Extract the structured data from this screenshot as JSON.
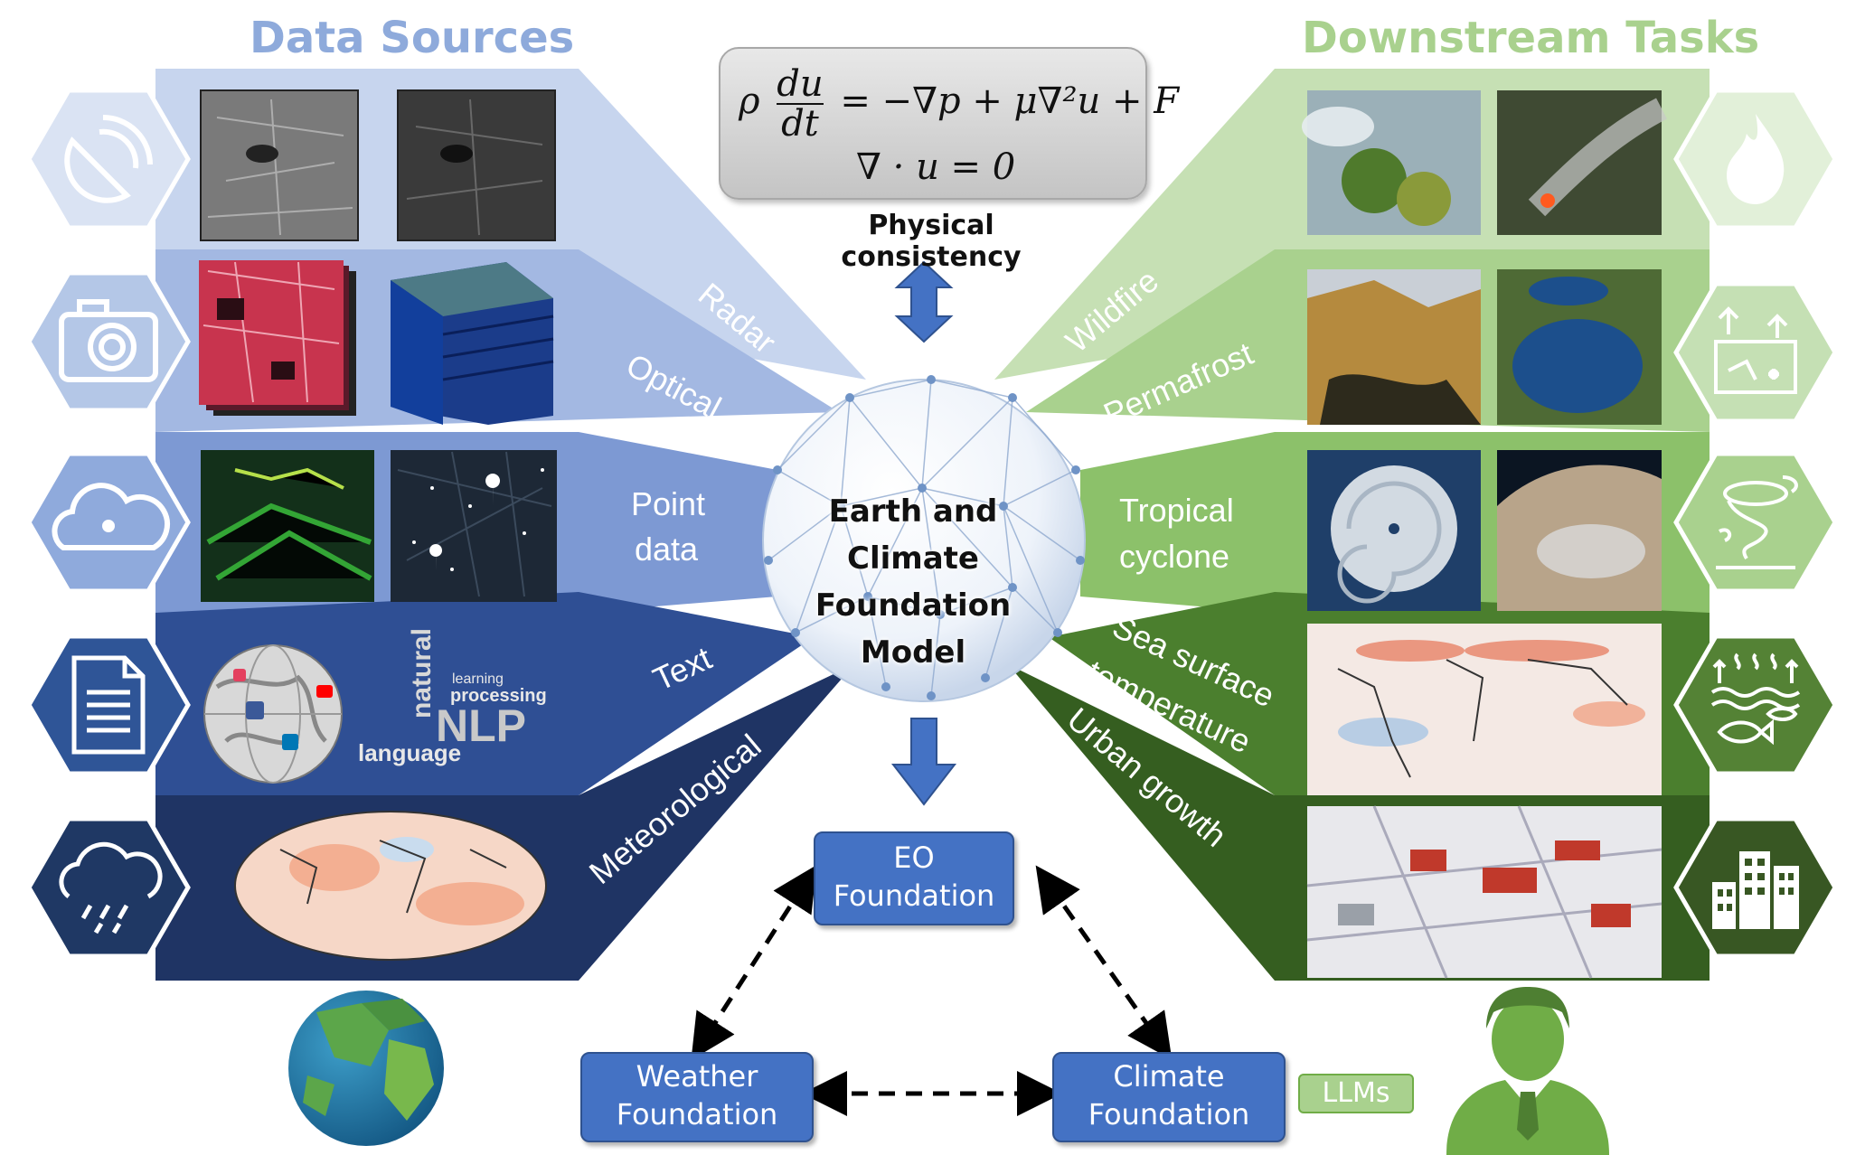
{
  "headers": {
    "left": "Data Sources",
    "right": "Downstream Tasks"
  },
  "equation": {
    "rho": "ρ",
    "num": "du",
    "den": "dt",
    "rhs": "= −∇p + μ∇²u + F",
    "continuity": "∇ · u = 0",
    "caption": "Physical consistency"
  },
  "center_title": [
    "Earth and Climate",
    "Foundation Model"
  ],
  "sources": [
    {
      "label": "Radar",
      "icon": "satellite-dish-icon"
    },
    {
      "label": "Optical",
      "icon": "camera-icon"
    },
    {
      "label": "Point data",
      "icon": "cloud-icon"
    },
    {
      "label": "Text",
      "icon": "document-icon"
    },
    {
      "label": "Meteorological",
      "icon": "rain-cloud-icon"
    }
  ],
  "tasks": [
    {
      "label": "Wildfire",
      "icon": "fire-icon"
    },
    {
      "label": "Permafrost",
      "icon": "permafrost-icon"
    },
    {
      "label": "Tropical cyclone",
      "icon": "cyclone-icon"
    },
    {
      "label": "Sea surface temperature",
      "icon": "fish-waves-icon"
    },
    {
      "label": "Urban growth",
      "icon": "buildings-icon"
    }
  ],
  "foundations": {
    "eo": "EO Foundation",
    "weather": "Weather Foundation",
    "climate": "Climate Foundation"
  },
  "llm_label": "LLMs",
  "text_cloud": {
    "nlp": "NLP",
    "natural": "natural",
    "language": "language",
    "processing": "processing",
    "learning": "learning"
  },
  "colors": {
    "left_bands": [
      "#c7d5ee",
      "#a3b8e2",
      "#7d99d3",
      "#2f4f94",
      "#1f3464"
    ],
    "right_bands": [
      "#c6e0b4",
      "#a9d18e",
      "#8cc16a",
      "#4b7f2e",
      "#355e20"
    ],
    "header_left": "#8eaadb",
    "header_right": "#a9d18e",
    "box_blue": "#4472c4"
  }
}
